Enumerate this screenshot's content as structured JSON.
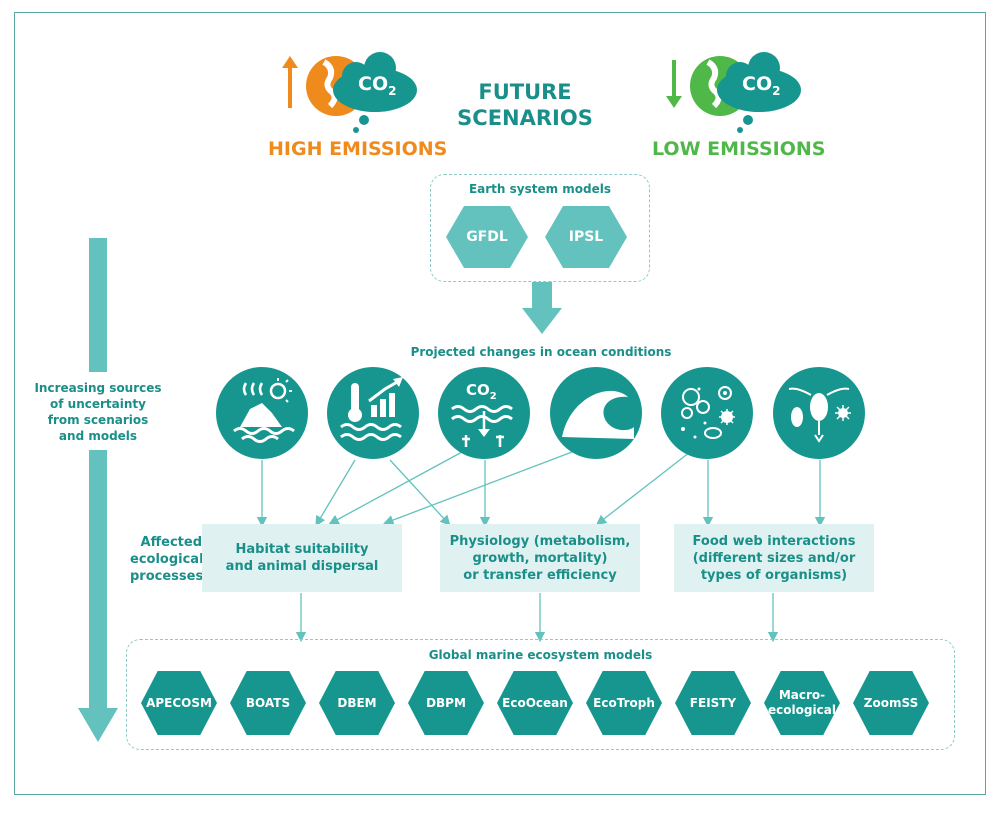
{
  "header": {
    "title_line1": "FUTURE",
    "title_line2": "SCENARIOS",
    "high_label": "HIGH EMISSIONS",
    "low_label": "LOW EMISSIONS",
    "co2_label": "CO",
    "co2_sub": "2",
    "colors": {
      "high": "#ef8a1d",
      "low": "#4fb848",
      "teal": "#17968f"
    }
  },
  "earth_models": {
    "label": "Earth system models",
    "items": [
      "GFDL",
      "IPSL"
    ]
  },
  "ocean": {
    "label": "Projected changes in ocean conditions",
    "icons": [
      "ice-melt-icon",
      "warming-icon",
      "acidification-icon",
      "wave-icon",
      "plankton-icon",
      "zooplankton-icon"
    ],
    "co2_label": "CO",
    "co2_sub": "2"
  },
  "uncertainty": {
    "line1": "Increasing sources",
    "line2": "of uncertainty",
    "line3": "from scenarios",
    "line4": "and models"
  },
  "processes": {
    "label_line1": "Affected",
    "label_line2": "ecological",
    "label_line3": "processes",
    "habitat_line1": "Habitat suitability",
    "habitat_line2": "and animal dispersal",
    "phys_line1": "Physiology (metabolism,",
    "phys_line2": "growth, mortality)",
    "phys_line3": "or transfer efficiency",
    "food_line1": "Food web interactions",
    "food_line2": "(different sizes and/or",
    "food_line3": "types of organisms)"
  },
  "marine_models": {
    "label": "Global marine ecosystem models",
    "items": [
      "APECOSM",
      "BOATS",
      "DBEM",
      "DBPM",
      "EcoOcean",
      "EcoTroph",
      "FEISTY",
      "Macro-",
      "ecological",
      "ZoomSS"
    ]
  }
}
